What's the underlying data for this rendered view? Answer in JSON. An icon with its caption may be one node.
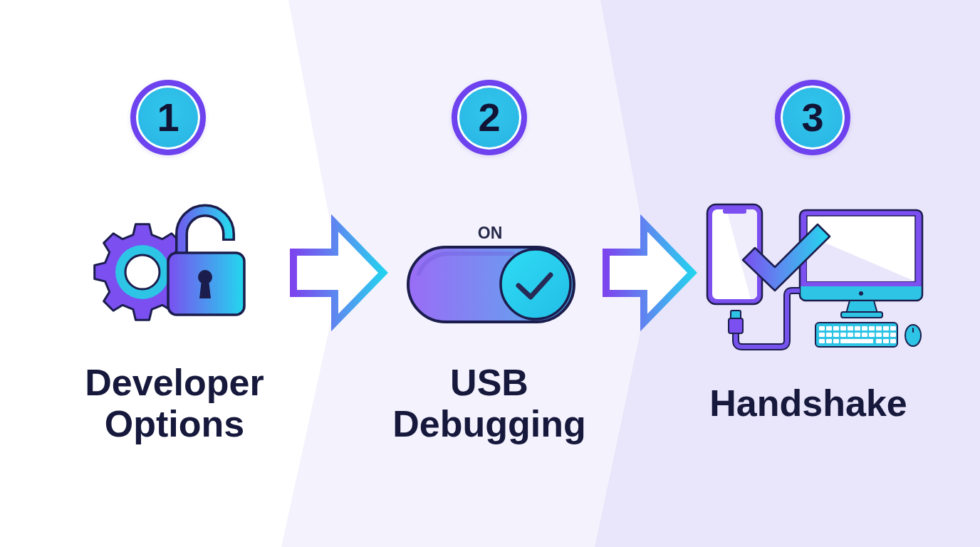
{
  "diagram": {
    "nodes": [
      {
        "text": [
          "1"
        ]
      },
      {
        "text": [],
        "shape": "picture",
        "beside": [
          "Developer Options"
        ]
      },
      {
        "text": [
          "2"
        ]
      },
      {
        "text": [],
        "shape": "picture",
        "beside": [
          "ON",
          "USB Debugging"
        ]
      },
      {
        "text": [
          "3"
        ]
      },
      {
        "text": [],
        "shape": "picture",
        "beside": [
          "Handshake"
        ]
      }
    ],
    "edges": [
      {
        "from": 1,
        "to": 3,
        "arrow": "to"
      },
      {
        "from": 3,
        "to": 5,
        "arrow": "to"
      }
    ]
  }
}
